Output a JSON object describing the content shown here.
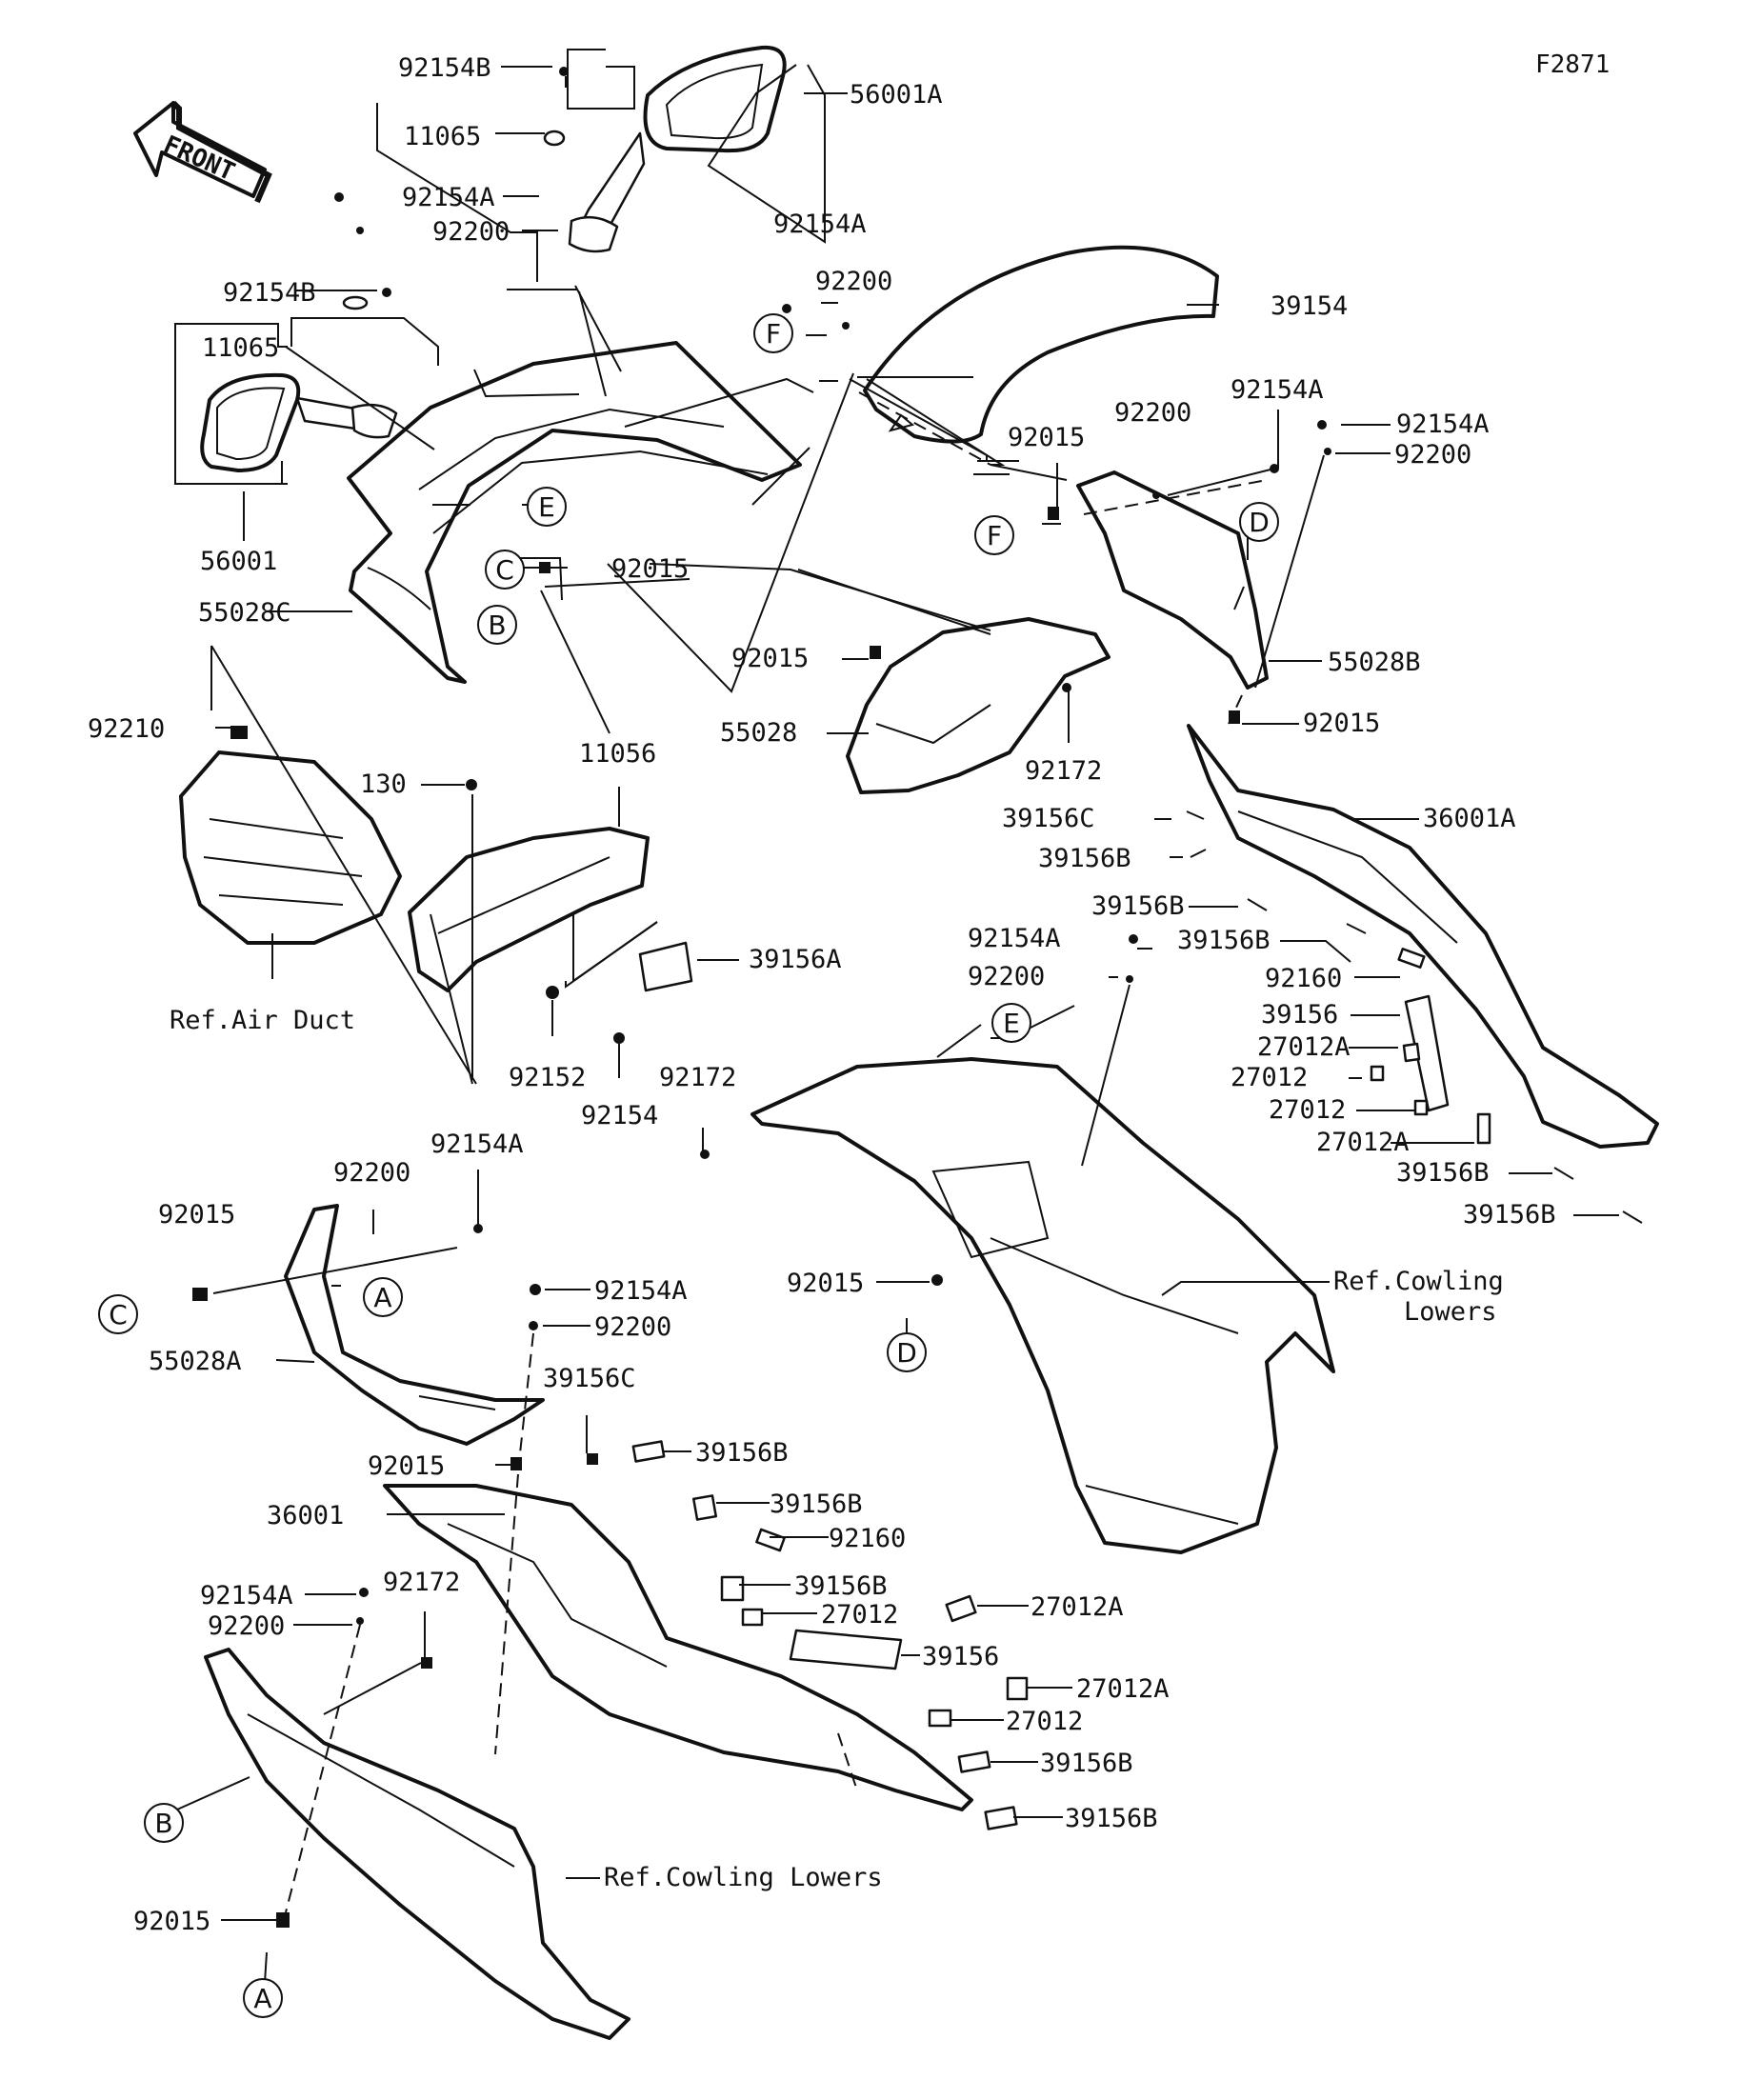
{
  "figure_id": "F2871",
  "direction_label": "FRONT",
  "parts": [
    {
      "id": "p1",
      "number": "92154B"
    },
    {
      "id": "p2",
      "number": "56001A"
    },
    {
      "id": "p3",
      "number": "11065"
    },
    {
      "id": "p4",
      "number": "92154A"
    },
    {
      "id": "p5",
      "number": "92200"
    },
    {
      "id": "p6",
      "number": "92154B"
    },
    {
      "id": "p7",
      "number": "11065"
    },
    {
      "id": "p8",
      "number": "56001"
    },
    {
      "id": "p9",
      "number": "55028C"
    },
    {
      "id": "p10",
      "number": "92015"
    },
    {
      "id": "p11",
      "number": "92154A"
    },
    {
      "id": "p12",
      "number": "92200"
    },
    {
      "id": "p13",
      "number": "39154"
    },
    {
      "id": "p14",
      "number": "92154A"
    },
    {
      "id": "p15",
      "number": "92154A"
    },
    {
      "id": "p16",
      "number": "92200"
    },
    {
      "id": "p17",
      "number": "92200"
    },
    {
      "id": "p18",
      "number": "92015"
    },
    {
      "id": "p19",
      "number": "55028B"
    },
    {
      "id": "p20",
      "number": "92015"
    },
    {
      "id": "p21",
      "number": "55028"
    },
    {
      "id": "p22",
      "number": "92172"
    },
    {
      "id": "p23",
      "number": "92015"
    },
    {
      "id": "p24",
      "number": "36001A"
    },
    {
      "id": "p25",
      "number": "92210"
    },
    {
      "id": "p26",
      "number": "130"
    },
    {
      "id": "p27",
      "number": "11056"
    },
    {
      "id": "p28",
      "number": "39156A"
    },
    {
      "id": "p29",
      "number": "92152"
    },
    {
      "id": "p30",
      "number": "92154"
    },
    {
      "id": "p31",
      "number": "39156C"
    },
    {
      "id": "p32",
      "number": "39156B"
    },
    {
      "id": "p33",
      "number": "39156B"
    },
    {
      "id": "p34",
      "number": "39156B"
    },
    {
      "id": "p35",
      "number": "92154A"
    },
    {
      "id": "p36",
      "number": "92200"
    },
    {
      "id": "p37",
      "number": "92160"
    },
    {
      "id": "p38",
      "number": "39156"
    },
    {
      "id": "p39",
      "number": "27012A"
    },
    {
      "id": "p40",
      "number": "27012"
    },
    {
      "id": "p41",
      "number": "27012"
    },
    {
      "id": "p42",
      "number": "27012A"
    },
    {
      "id": "p43",
      "number": "39156B"
    },
    {
      "id": "p44",
      "number": "39156B"
    },
    {
      "id": "p45",
      "number": "92172"
    },
    {
      "id": "p46",
      "number": "92154A"
    },
    {
      "id": "p47",
      "number": "92200"
    },
    {
      "id": "p48",
      "number": "92015"
    },
    {
      "id": "p49",
      "number": "92154A"
    },
    {
      "id": "p50",
      "number": "92200"
    },
    {
      "id": "p51",
      "number": "55028A"
    },
    {
      "id": "p52",
      "number": "39156C"
    },
    {
      "id": "p53",
      "number": "92015"
    },
    {
      "id": "p54",
      "number": "39156B"
    },
    {
      "id": "p55",
      "number": "36001"
    },
    {
      "id": "p56",
      "number": "39156B"
    },
    {
      "id": "p57",
      "number": "92160"
    },
    {
      "id": "p58",
      "number": "39156B"
    },
    {
      "id": "p59",
      "number": "27012"
    },
    {
      "id": "p60",
      "number": "27012A"
    },
    {
      "id": "p61",
      "number": "39156"
    },
    {
      "id": "p62",
      "number": "27012A"
    },
    {
      "id": "p63",
      "number": "92154A"
    },
    {
      "id": "p64",
      "number": "92172"
    },
    {
      "id": "p65",
      "number": "92200"
    },
    {
      "id": "p66",
      "number": "27012"
    },
    {
      "id": "p67",
      "number": "39156B"
    },
    {
      "id": "p68",
      "number": "39156B"
    },
    {
      "id": "p69",
      "number": "92015"
    },
    {
      "id": "p70",
      "number": "92015"
    }
  ],
  "reference_notes": [
    {
      "id": "r1",
      "text": "Ref.Air Duct"
    },
    {
      "id": "r2",
      "text": "Ref.Cowling"
    },
    {
      "id": "r3",
      "text": "Lowers"
    },
    {
      "id": "r4",
      "text": "Ref.Cowling Lowers"
    }
  ],
  "callouts": [
    {
      "id": "c1",
      "letter": "F"
    },
    {
      "id": "c2",
      "letter": "E"
    },
    {
      "id": "c3",
      "letter": "C"
    },
    {
      "id": "c4",
      "letter": "B"
    },
    {
      "id": "c5",
      "letter": "F"
    },
    {
      "id": "c6",
      "letter": "D"
    },
    {
      "id": "c7",
      "letter": "E"
    },
    {
      "id": "c8",
      "letter": "D"
    },
    {
      "id": "c9",
      "letter": "A"
    },
    {
      "id": "c10",
      "letter": "C"
    },
    {
      "id": "c11",
      "letter": "B"
    },
    {
      "id": "c12",
      "letter": "A"
    }
  ]
}
